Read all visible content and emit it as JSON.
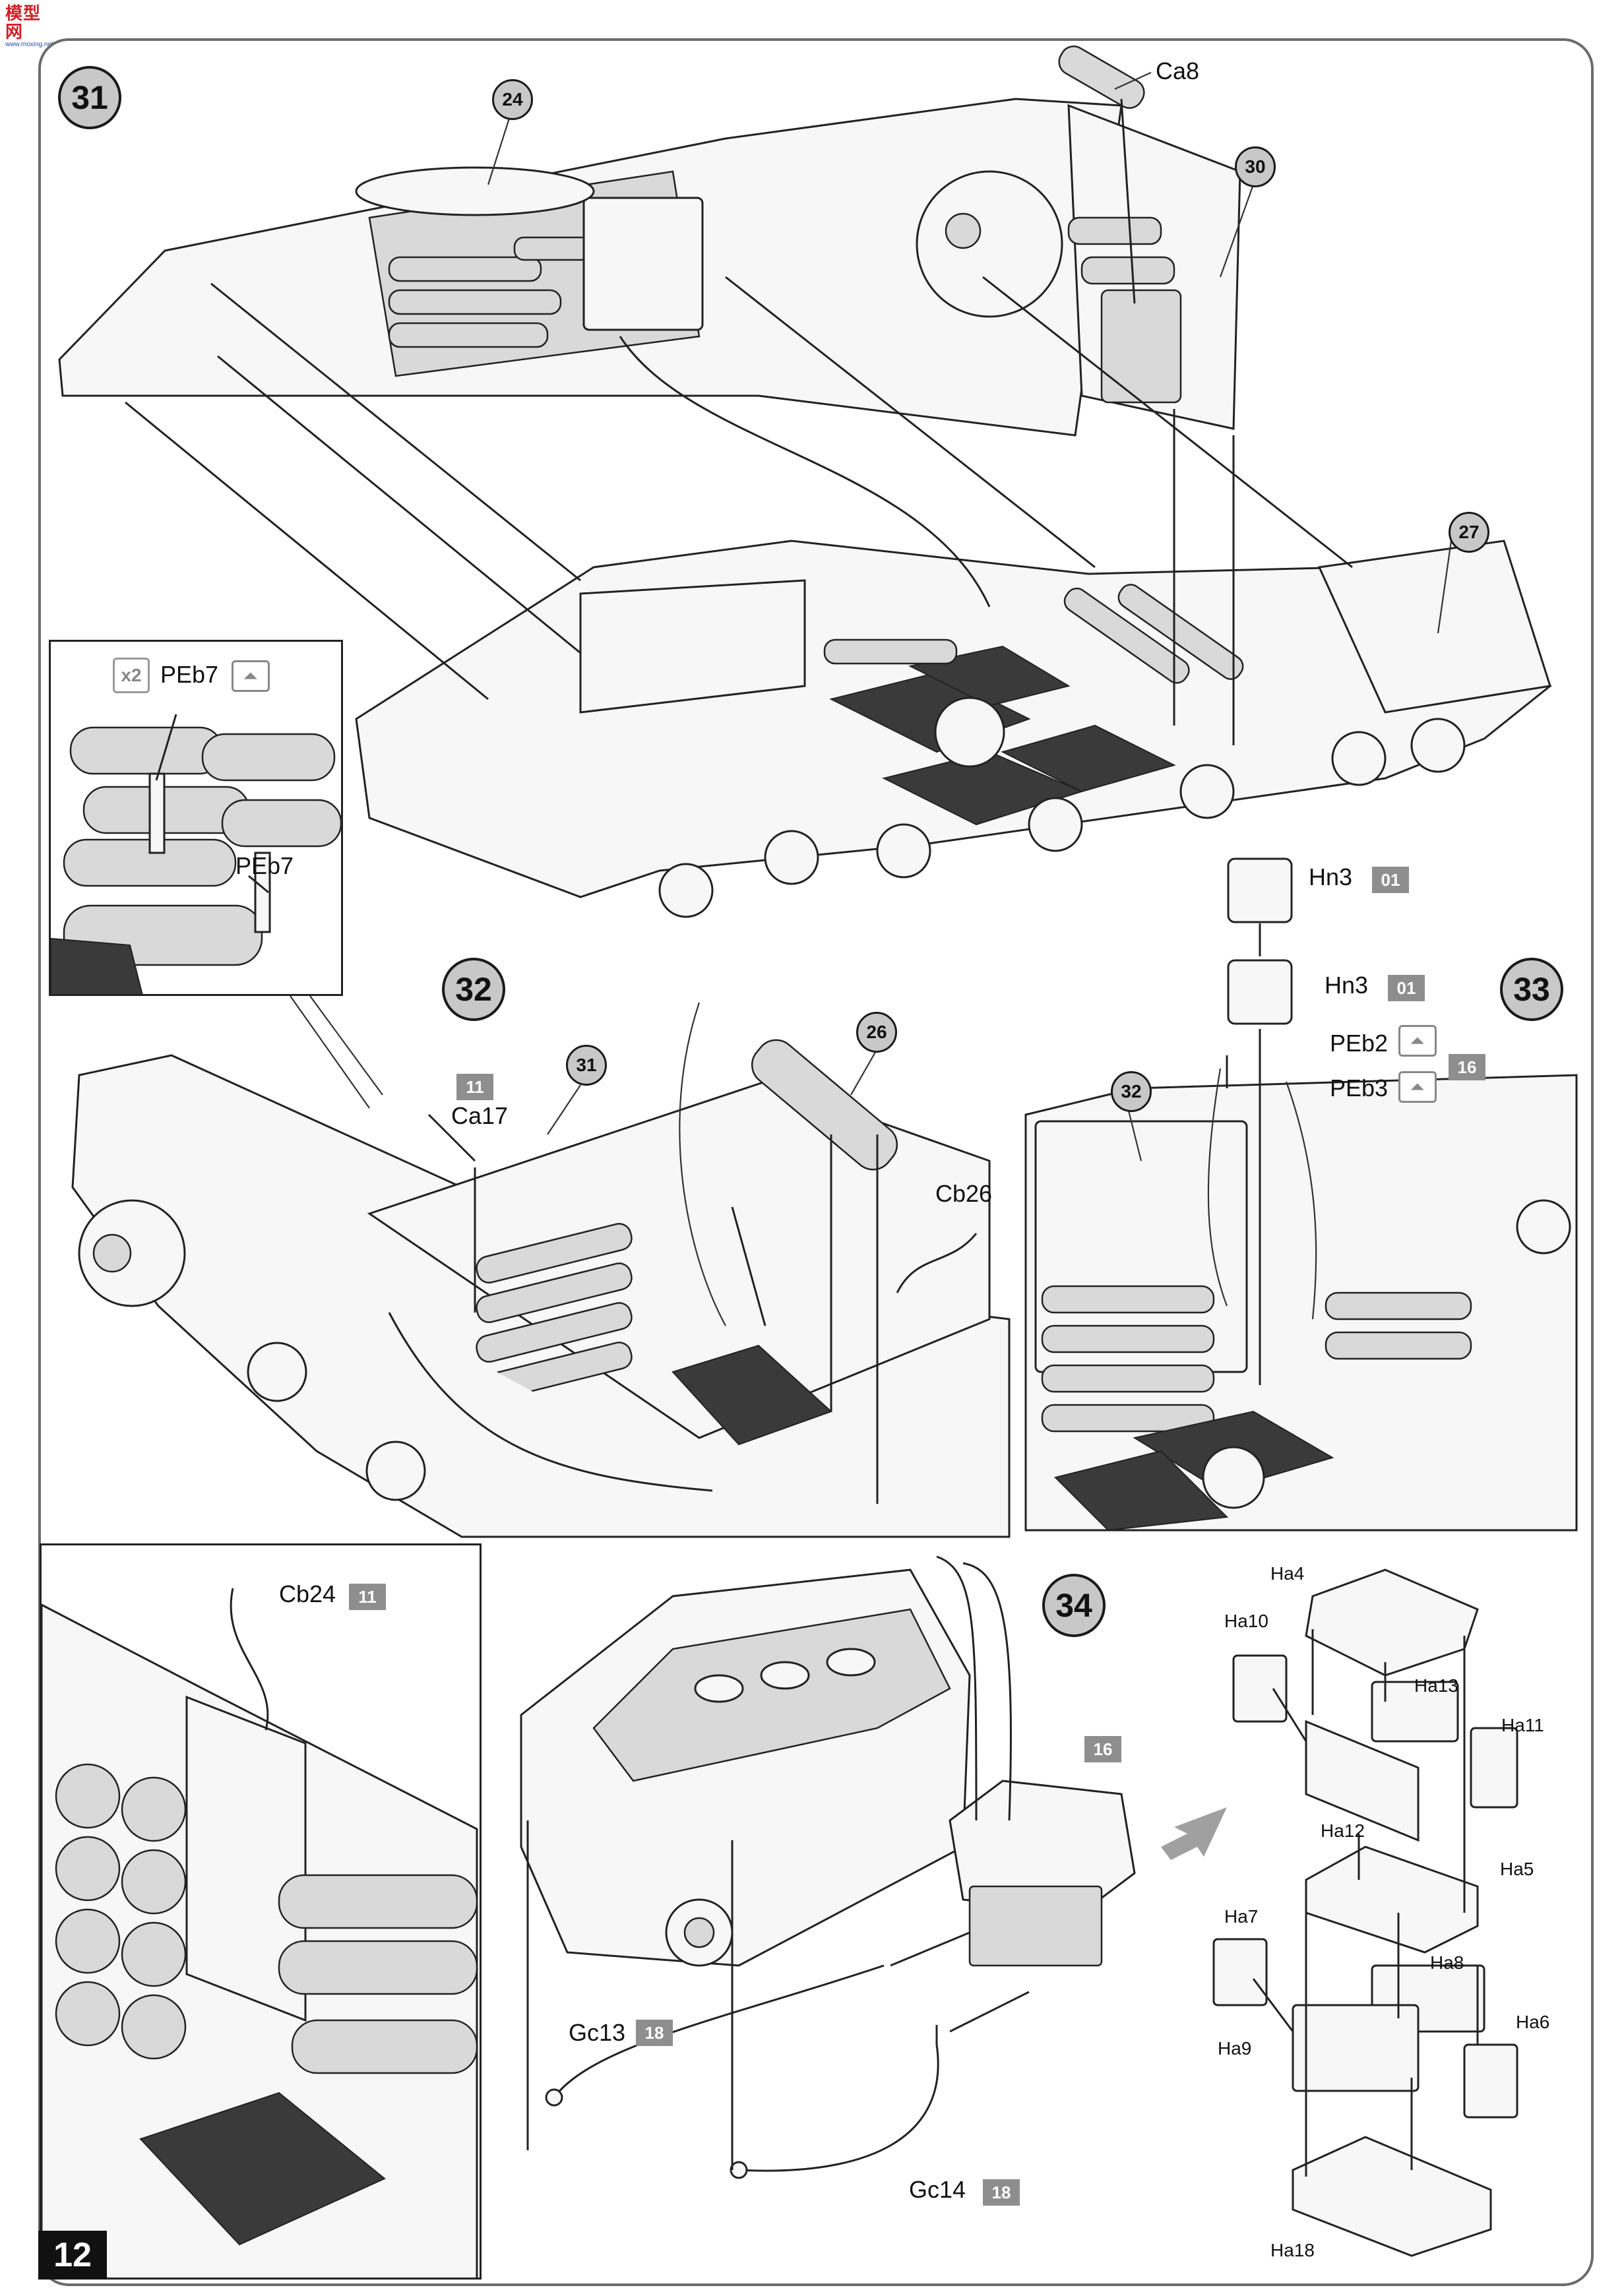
{
  "logo": {
    "mark": "模型网",
    "site": "www.moxing.net"
  },
  "page_number": "12",
  "steps": {
    "s31": {
      "number": "31",
      "refs": {
        "r24": "24",
        "r30": "30",
        "r27": "27"
      },
      "ca8": "Ca8"
    },
    "inset31": {
      "qty": "x2",
      "peb7_top": "PEb7",
      "peb7_bottom": "PEb7"
    },
    "s32": {
      "number": "32",
      "refs": {
        "r31": "31",
        "r26": "26"
      },
      "ca17": "Ca17",
      "ca17_tag": "11",
      "cb26": "Cb26"
    },
    "s33": {
      "number": "33",
      "refs": {
        "r32": "32"
      },
      "hn3_top": "Hn3",
      "hn3_top_tag": "01",
      "hn3_bottom": "Hn3",
      "hn3_bottom_tag": "01",
      "peb2": "PEb2",
      "peb2_tag": "16",
      "peb3": "PEb3"
    },
    "inset34": {
      "cb24": "Cb24",
      "cb24_tag": "11"
    },
    "s34": {
      "number": "34",
      "battery_tag": "16",
      "gc13": "Gc13",
      "gc13_tag": "18",
      "gc14": "Gc14",
      "gc14_tag": "18"
    },
    "battery": {
      "ha4": "Ha4",
      "ha10": "Ha10",
      "ha13": "Ha13",
      "ha11": "Ha11",
      "ha12": "Ha12",
      "ha5": "Ha5",
      "ha7": "Ha7",
      "ha8": "Ha8",
      "ha9": "Ha9",
      "ha6": "Ha6",
      "ha18": "Ha18"
    }
  },
  "icons": {
    "flip": "flip-part-icon",
    "arrow": "assembly-arrow-icon"
  },
  "colors": {
    "frame": "#6b6b6b",
    "callout": "#c8c8c8",
    "tag": "#8e8e8e",
    "ink": "#1a1a1a"
  }
}
